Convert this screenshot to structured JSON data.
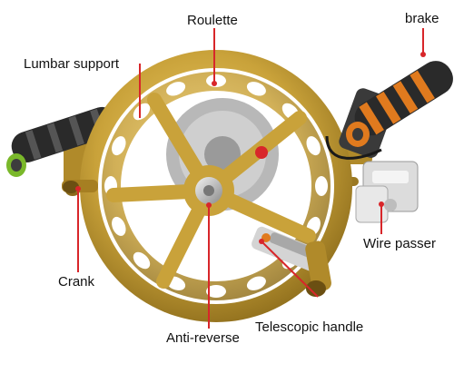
{
  "labels": {
    "roulette": "Roulette",
    "brake": "brake",
    "lumbar_support": "Lumbar support",
    "wire_passer": "Wire passer",
    "crank": "Crank",
    "anti_reverse": "Anti-reverse",
    "telescopic_handle": "Telescopic handle"
  },
  "colors": {
    "reel_gold": "#c9a23a",
    "reel_gold_dark": "#8a6a1a",
    "pointer_red": "#d8262a",
    "grip_black": "#2a2a2a",
    "grip_orange": "#e07a1e",
    "disc_gray": "#b8b8b8",
    "clear_block": "#dcdcdc"
  }
}
